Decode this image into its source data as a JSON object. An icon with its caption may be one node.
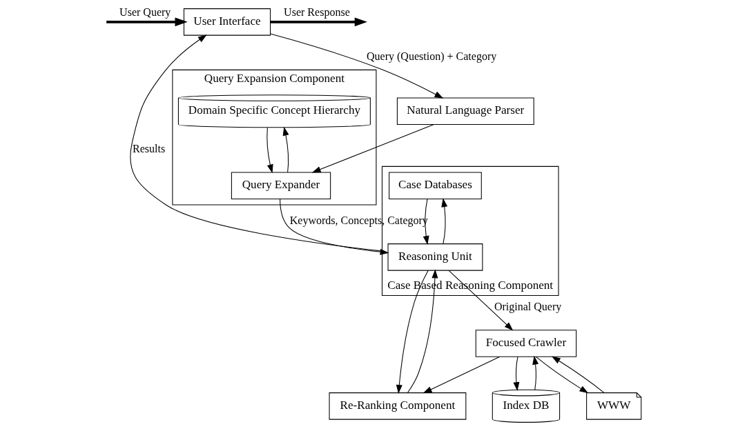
{
  "diagram": {
    "nodes": [
      {
        "text": [
          "User Interface"
        ]
      },
      {
        "text": [
          "Natural Language Parser"
        ]
      },
      {
        "text": [
          "Query Expansion Component"
        ]
      },
      {
        "text": [
          "Domain Specific Concept Hierarchy"
        ],
        "in": 2
      },
      {
        "text": [
          "Query Expander"
        ],
        "in": 2
      },
      {
        "text": [
          "Case Based Reasoning Component"
        ]
      },
      {
        "text": [
          "Case Databases"
        ],
        "in": 5
      },
      {
        "text": [
          "Reasoning Unit"
        ],
        "in": 5
      },
      {
        "text": [
          "Re-Ranking Component"
        ]
      },
      {
        "text": [
          "Focused Crawler"
        ]
      },
      {
        "text": [
          "WWW"
        ]
      },
      {
        "text": [
          "Index DB"
        ]
      }
    ],
    "edges": [
      {
        "from": 0,
        "to": null,
        "arrow": "to",
        "label": "User Response",
        "style": "thick"
      },
      {
        "from": null,
        "to": 0,
        "arrow": "to",
        "label": "User Query",
        "style": "thick"
      },
      {
        "from": 0,
        "to": 1,
        "arrow": "to",
        "label": "Query (Question) + Category"
      },
      {
        "from": 1,
        "to": 4,
        "arrow": "to"
      },
      {
        "from": 4,
        "to": 3,
        "arrow": "to"
      },
      {
        "from": 3,
        "to": 4,
        "arrow": "to"
      },
      {
        "from": 4,
        "to": 7,
        "arrow": "to",
        "label": "Keywords, Concepts, Category"
      },
      {
        "from": 5,
        "to": 0,
        "arrow": "to",
        "label": "Results"
      },
      {
        "from": 7,
        "to": 6,
        "arrow": "to"
      },
      {
        "from": 6,
        "to": 7,
        "arrow": "to"
      },
      {
        "from": 7,
        "to": 9,
        "arrow": "to",
        "label": "Original Query"
      },
      {
        "from": 7,
        "to": 8,
        "arrow": "to"
      },
      {
        "from": 8,
        "to": 7,
        "arrow": "to"
      },
      {
        "from": 9,
        "to": 8,
        "arrow": "to"
      },
      {
        "from": 9,
        "to": 10,
        "arrow": "to"
      },
      {
        "from": 10,
        "to": 9,
        "arrow": "to"
      },
      {
        "from": 9,
        "to": 11,
        "arrow": "to"
      },
      {
        "from": 11,
        "to": 9,
        "arrow": "to"
      }
    ]
  }
}
